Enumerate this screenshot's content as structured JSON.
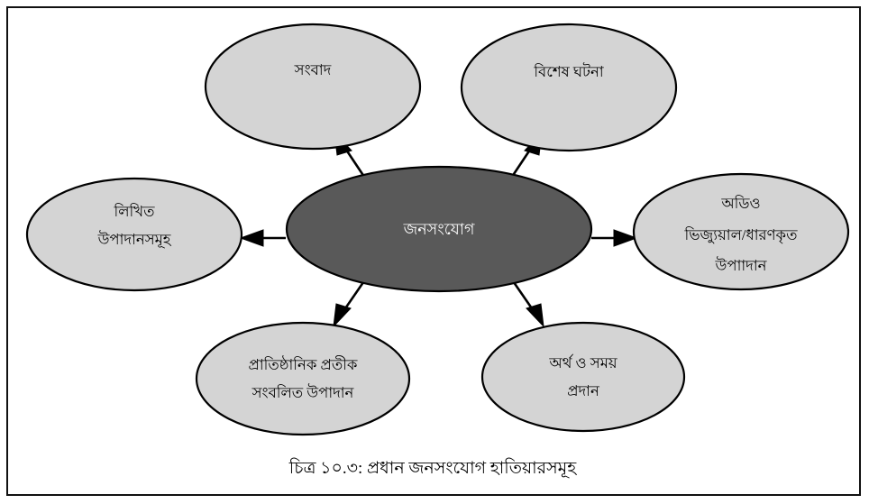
{
  "figure": {
    "caption": "চিত্র ১০.৩: প্রধান জনসংযোগ হাতিয়ারসমূহ",
    "border_color": "#111111",
    "background_color": "#ffffff"
  },
  "center_node": {
    "label": "জনসংযোগ",
    "fill": "#595959",
    "text_color": "#ffffff"
  },
  "leaf_fill": "#d4d4d4",
  "leaf_text_color": "#000000",
  "nodes": [
    {
      "id": "news",
      "lines": [
        "সংবাদ"
      ],
      "position": "top-left"
    },
    {
      "id": "special-event",
      "lines": [
        "বিশেষ ঘটনা"
      ],
      "position": "top-right"
    },
    {
      "id": "written-materials",
      "lines": [
        "লিখিত",
        "উপাদানসমূহ"
      ],
      "position": "left"
    },
    {
      "id": "audio-visual-materials",
      "lines": [
        "অডিও",
        "ভিজ্যুয়াল/ধারণকৃত",
        "উপাাদান"
      ],
      "position": "right"
    },
    {
      "id": "institutional-symbol-materials",
      "lines": [
        "প্রাতিষ্ঠানিক প্রতীক",
        "সংবলিত উপাদান"
      ],
      "position": "bottom-left"
    },
    {
      "id": "money-and-time-giving",
      "lines": [
        "অর্থ ও সময়",
        "প্রদান"
      ],
      "position": "bottom-right"
    }
  ],
  "arrows": [
    {
      "id": "arrow-to-news",
      "from": "center",
      "to": "news",
      "direction": "up-left"
    },
    {
      "id": "arrow-to-special-event",
      "from": "center",
      "to": "special-event",
      "direction": "up-right"
    },
    {
      "id": "arrow-to-written-materials",
      "from": "center",
      "to": "written-materials",
      "direction": "left"
    },
    {
      "id": "arrow-to-audio-visual-materials",
      "from": "center",
      "to": "audio-visual-materials",
      "direction": "right"
    },
    {
      "id": "arrow-to-institutional-symbol-materials",
      "from": "center",
      "to": "institutional-symbol-materials",
      "direction": "down-left"
    },
    {
      "id": "arrow-to-money-and-time-giving",
      "from": "center",
      "to": "money-and-time-giving",
      "direction": "down-right"
    }
  ]
}
